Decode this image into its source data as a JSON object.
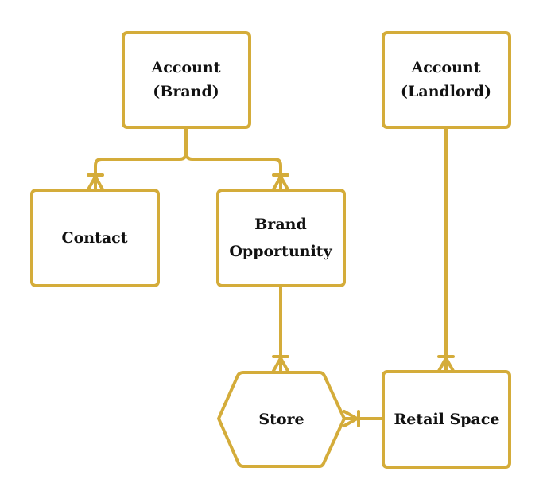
{
  "colors": {
    "stroke": "#D4AC3A",
    "fill": "#ffffff",
    "text": "#111111"
  },
  "nodes": {
    "account_brand": {
      "line1": "Account",
      "line2": "(Brand)"
    },
    "account_landlord": {
      "line1": "Account",
      "line2": "(Landlord)"
    },
    "contact": {
      "line1": "Contact"
    },
    "brand_opportunity": {
      "line1": "Brand",
      "line2": "Opportunity"
    },
    "store": {
      "line1": "Store"
    },
    "retail_space": {
      "line1": "Retail Space"
    }
  },
  "relationships": [
    {
      "from": "account_brand",
      "to": "contact",
      "cardinality": "one-to-many"
    },
    {
      "from": "account_brand",
      "to": "brand_opportunity",
      "cardinality": "one-to-many"
    },
    {
      "from": "brand_opportunity",
      "to": "store",
      "cardinality": "one-to-many"
    },
    {
      "from": "retail_space",
      "to": "store",
      "cardinality": "one-to-many"
    },
    {
      "from": "account_landlord",
      "to": "retail_space",
      "cardinality": "one-to-many"
    }
  ]
}
